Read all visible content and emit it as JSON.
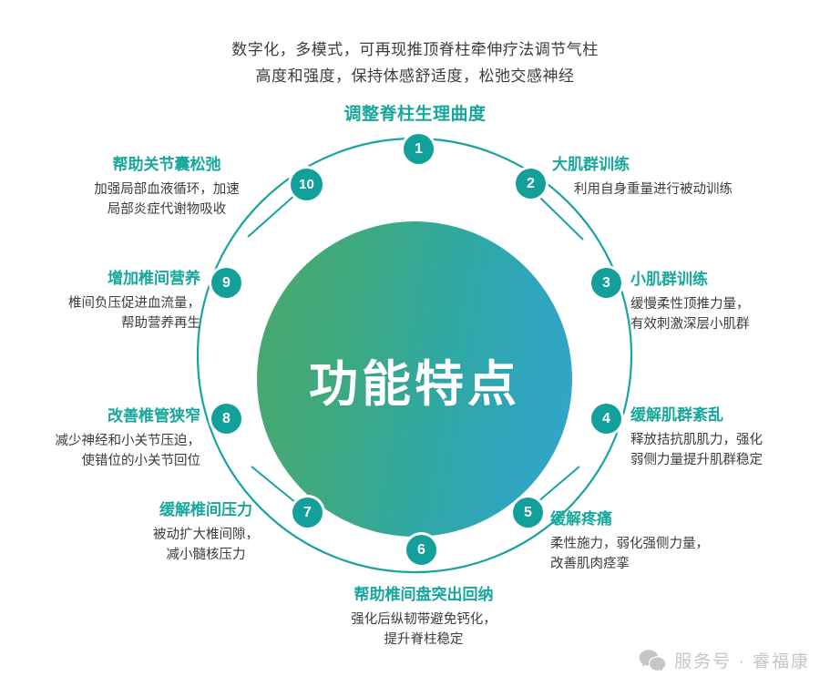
{
  "header": {
    "line1": "数字化，多模式，可再现推顶脊柱牵伸疗法调节气柱",
    "line2": "高度和强度，保持体感舒适度，松弛交感神经",
    "subtitle": "调整脊柱生理曲度"
  },
  "center": {
    "label": "功能特点",
    "gradient_from": "#4aa96c",
    "gradient_to": "#31a8c8"
  },
  "theme": {
    "accent": "#16a89c",
    "badge_bg": "#13a09a",
    "ring_stroke": "#18a3a0",
    "body_text": "#3c3c3c",
    "watermark": "#c6c6c6"
  },
  "items": [
    {
      "number": "1",
      "title": "调整脊柱生理曲度",
      "desc_lines": []
    },
    {
      "number": "2",
      "title": "大肌群训练",
      "desc_lines": [
        "利用自身重量进行被动训练"
      ]
    },
    {
      "number": "3",
      "title": "小肌群训练",
      "desc_lines": [
        "缓慢柔性顶推力量，",
        "有效刺激深层小肌群"
      ]
    },
    {
      "number": "4",
      "title": "缓解肌群紊乱",
      "desc_lines": [
        "释放拮抗肌肌力，强化",
        "弱侧力量提升肌群稳定"
      ]
    },
    {
      "number": "5",
      "title": "缓解疼痛",
      "desc_lines": [
        "柔性施力，弱化强侧力量，",
        "改善肌肉痉挛"
      ]
    },
    {
      "number": "6",
      "title": "帮助椎间盘突出回纳",
      "desc_lines": [
        "强化后纵韧带避免钙化，",
        "提升脊柱稳定"
      ]
    },
    {
      "number": "7",
      "title": "缓解椎间压力",
      "desc_lines": [
        "被动扩大椎间隙，",
        "减小髓核压力"
      ]
    },
    {
      "number": "8",
      "title": "改善椎管狭窄",
      "desc_lines": [
        "减少神经和小关节压迫，",
        "使错位的小关节回位"
      ]
    },
    {
      "number": "9",
      "title": "增加椎间营养",
      "desc_lines": [
        "椎间负压促进血流量，",
        "帮助营养再生"
      ]
    },
    {
      "number": "10",
      "title": "帮助关节囊松弛",
      "desc_lines": [
        "加强局部血液循环，加速",
        "局部炎症代谢物吸收"
      ]
    }
  ],
  "watermark": {
    "icon": "wechat-icon",
    "text": "服务号 · 睿福康"
  }
}
